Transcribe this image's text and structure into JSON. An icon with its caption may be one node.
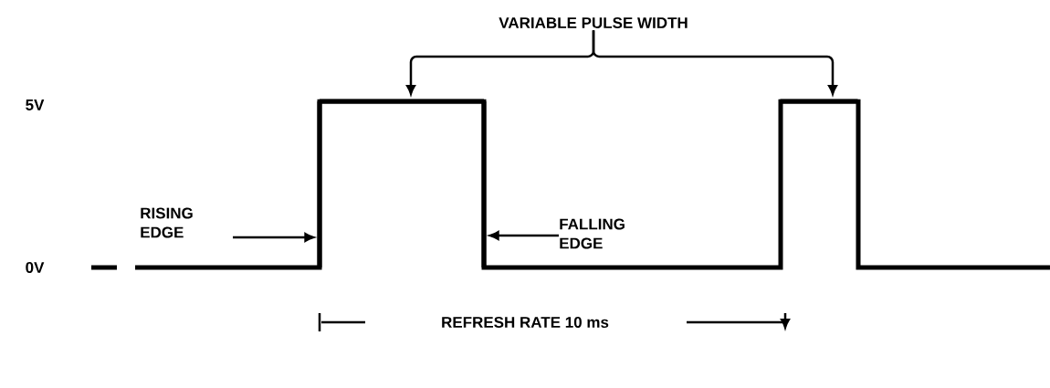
{
  "diagram": {
    "nodes": [
      {
        "text": [
          "RISING EDGE"
        ]
      },
      {
        "text": [],
        "shape": "line"
      },
      {
        "text": [
          "FALLING EDGE"
        ]
      },
      {
        "text": [],
        "shape": "line"
      },
      {
        "text": [
          "VARIABLE PULSE WIDTH"
        ]
      },
      {
        "text": [],
        "shape": "line"
      },
      {
        "text": [],
        "shape": "line"
      }
    ],
    "edges": [
      {
        "from": 0,
        "to": 1,
        "arrow": "to"
      },
      {
        "from": 2,
        "to": 3,
        "arrow": "to"
      },
      {
        "from": 4,
        "to": 5,
        "arrow": "to"
      },
      {
        "from": 4,
        "to": 6,
        "arrow": "to"
      }
    ],
    "labels": [
      "5V",
      "0V",
      "REFRESH RATE 10 ms"
    ]
  }
}
